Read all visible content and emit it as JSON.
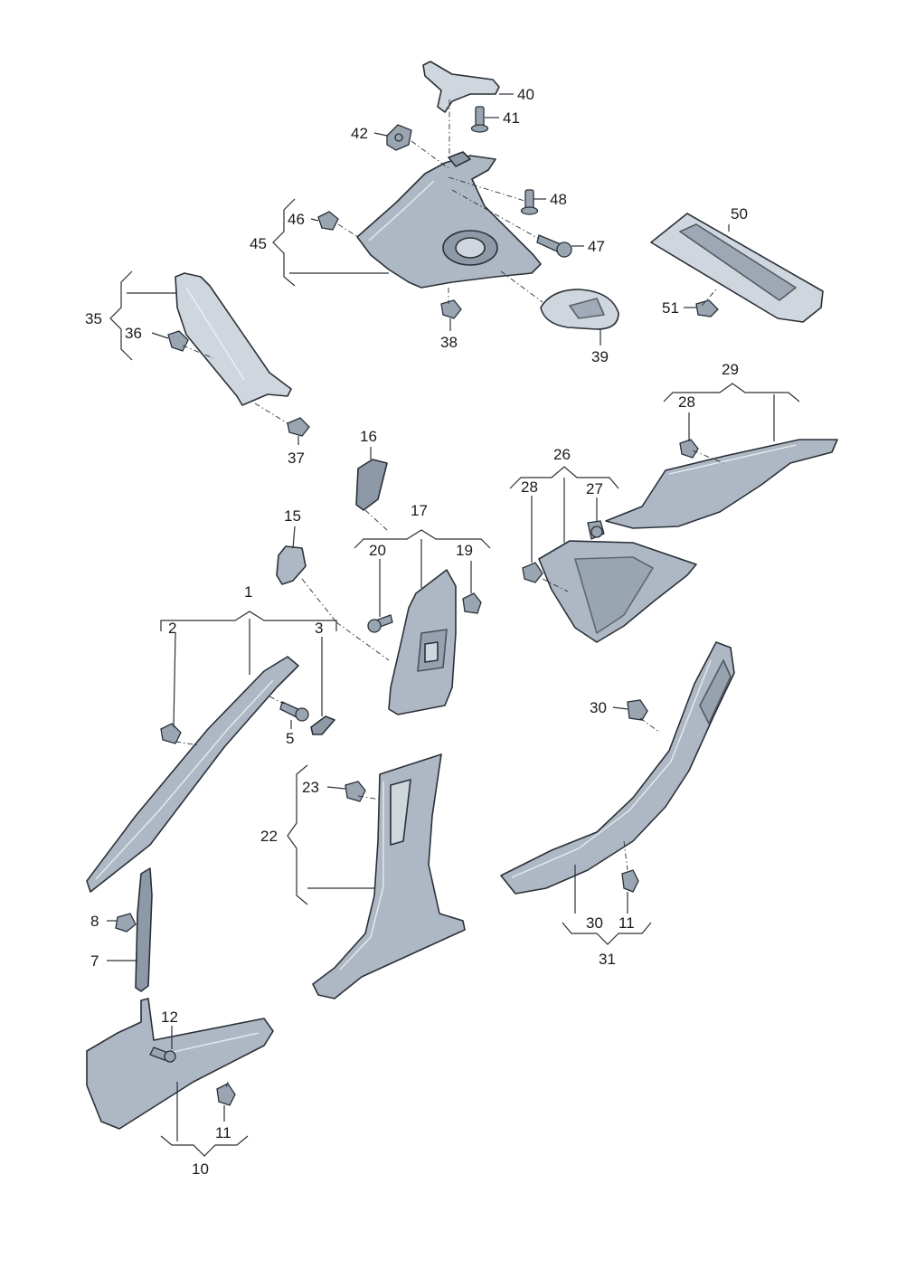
{
  "labels": {
    "p1": "1",
    "p2": "2",
    "p3": "3",
    "p5": "5",
    "p7": "7",
    "p8": "8",
    "p10": "10",
    "p11a": "11",
    "p11b": "11",
    "p12": "12",
    "p15": "15",
    "p16": "16",
    "p17": "17",
    "p19": "19",
    "p20": "20",
    "p22": "22",
    "p23": "23",
    "p26": "26",
    "p27": "27",
    "p28a": "28",
    "p28b": "28",
    "p29": "29",
    "p30a": "30",
    "p30b": "30",
    "p31": "31",
    "p35": "35",
    "p36": "36",
    "p37": "37",
    "p38": "38",
    "p39": "39",
    "p40": "40",
    "p41": "41",
    "p42": "42",
    "p45": "45",
    "p46": "46",
    "p47": "47",
    "p48": "48",
    "p50": "50",
    "p51": "51"
  },
  "colors": {
    "part_fill": "#aeb8c4",
    "outline": "#2a3038",
    "background": "#ffffff"
  }
}
